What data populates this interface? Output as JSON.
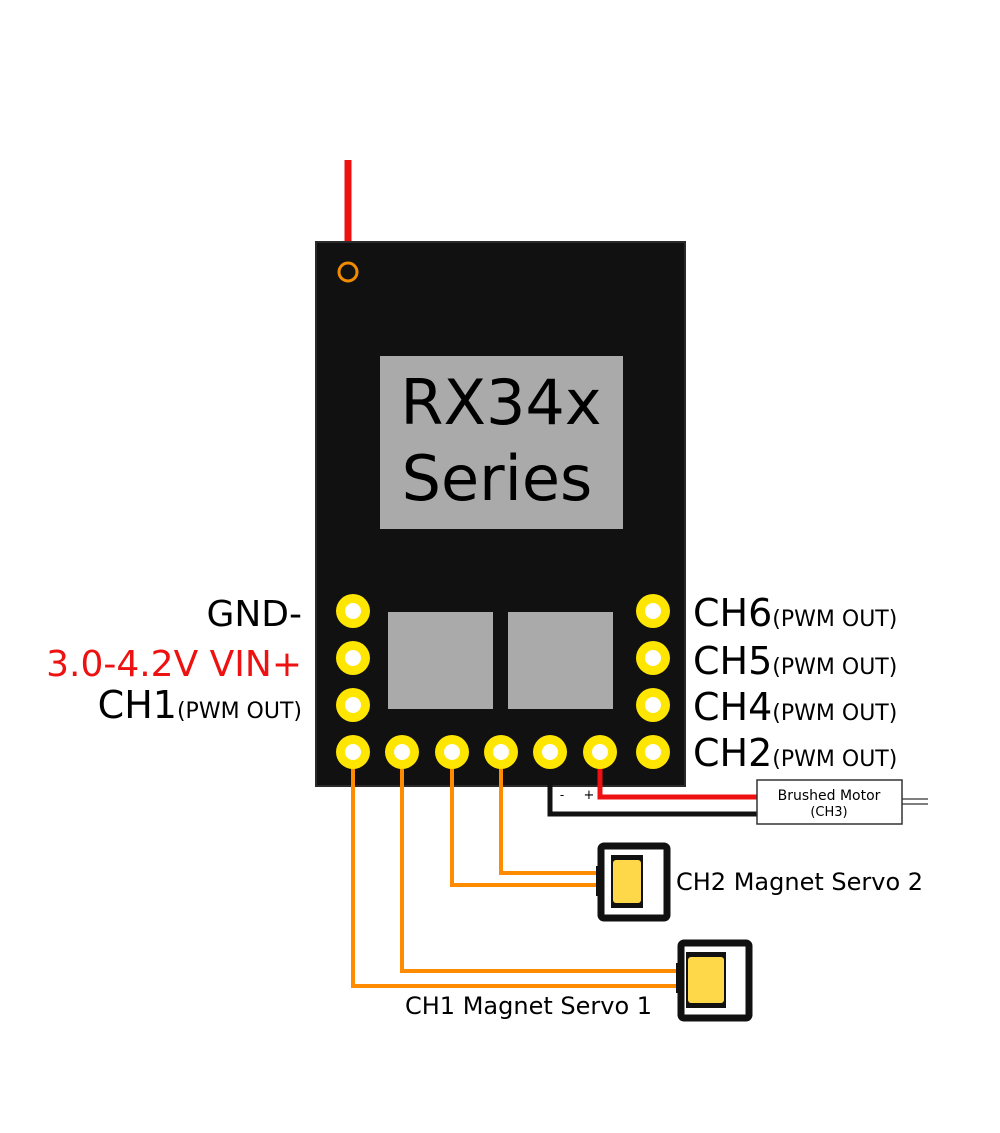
{
  "colors": {
    "board": "#111111",
    "board_edge": "#1b1b1b",
    "chip": "#aaaaaa",
    "pad": "#ffe600",
    "pad_hole": "#ffffff",
    "antenna": "#ee1111",
    "antenna_ring": "#f08c00",
    "servo_wire": "#ff8c00",
    "wire_positive": "#ee1111",
    "wire_negative": "#111111",
    "servo_body": "#ffd84a",
    "vin_text": "#ee1111"
  },
  "board": {
    "chip_label_line1": "RX34x",
    "chip_label_line2": "Series"
  },
  "left_pins": [
    {
      "name": "GND-",
      "suffix": ""
    },
    {
      "name": "3.0-4.2V VIN+",
      "suffix": ""
    },
    {
      "name": "CH1",
      "suffix": "(PWM OUT)"
    }
  ],
  "right_pins": [
    {
      "name": "CH6",
      "suffix": "(PWM OUT)"
    },
    {
      "name": "CH5",
      "suffix": "(PWM OUT)"
    },
    {
      "name": "CH4",
      "suffix": "(PWM OUT)"
    },
    {
      "name": "CH2",
      "suffix": "(PWM OUT)"
    }
  ],
  "motor": {
    "label_line1": "Brushed Motor",
    "label_line2": "(CH3)",
    "minus": "-",
    "plus": "+"
  },
  "servos": [
    {
      "label": "CH2 Magnet Servo 2"
    },
    {
      "label": "CH1 Magnet Servo 1"
    }
  ]
}
